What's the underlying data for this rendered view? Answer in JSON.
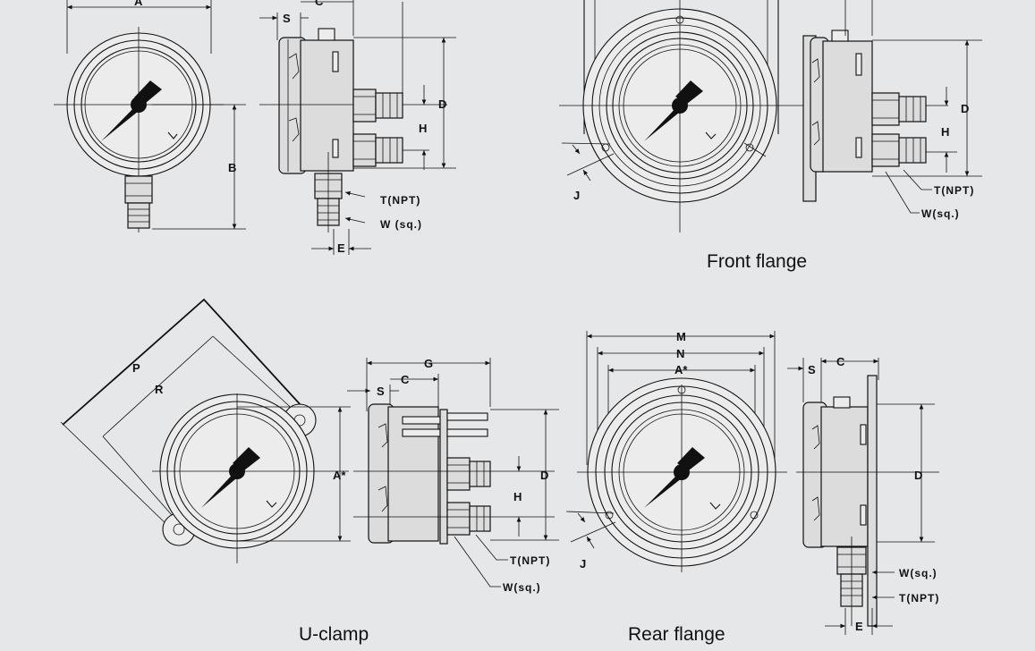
{
  "labels": {
    "A": "A",
    "A_star": "A*",
    "B": "B",
    "C": "C",
    "D": "D",
    "E": "E",
    "G": "G",
    "H": "H",
    "J": "J",
    "M": "M",
    "N": "N",
    "P": "P",
    "R": "R",
    "S": "S",
    "T_NPT": "T(NPT)",
    "W_sq": "W(sq.)",
    "W_sq_spaced": "W (sq.)"
  },
  "captions": {
    "front_flange": "Front flange",
    "u_clamp": "U-clamp",
    "rear_flange": "Rear flange"
  }
}
